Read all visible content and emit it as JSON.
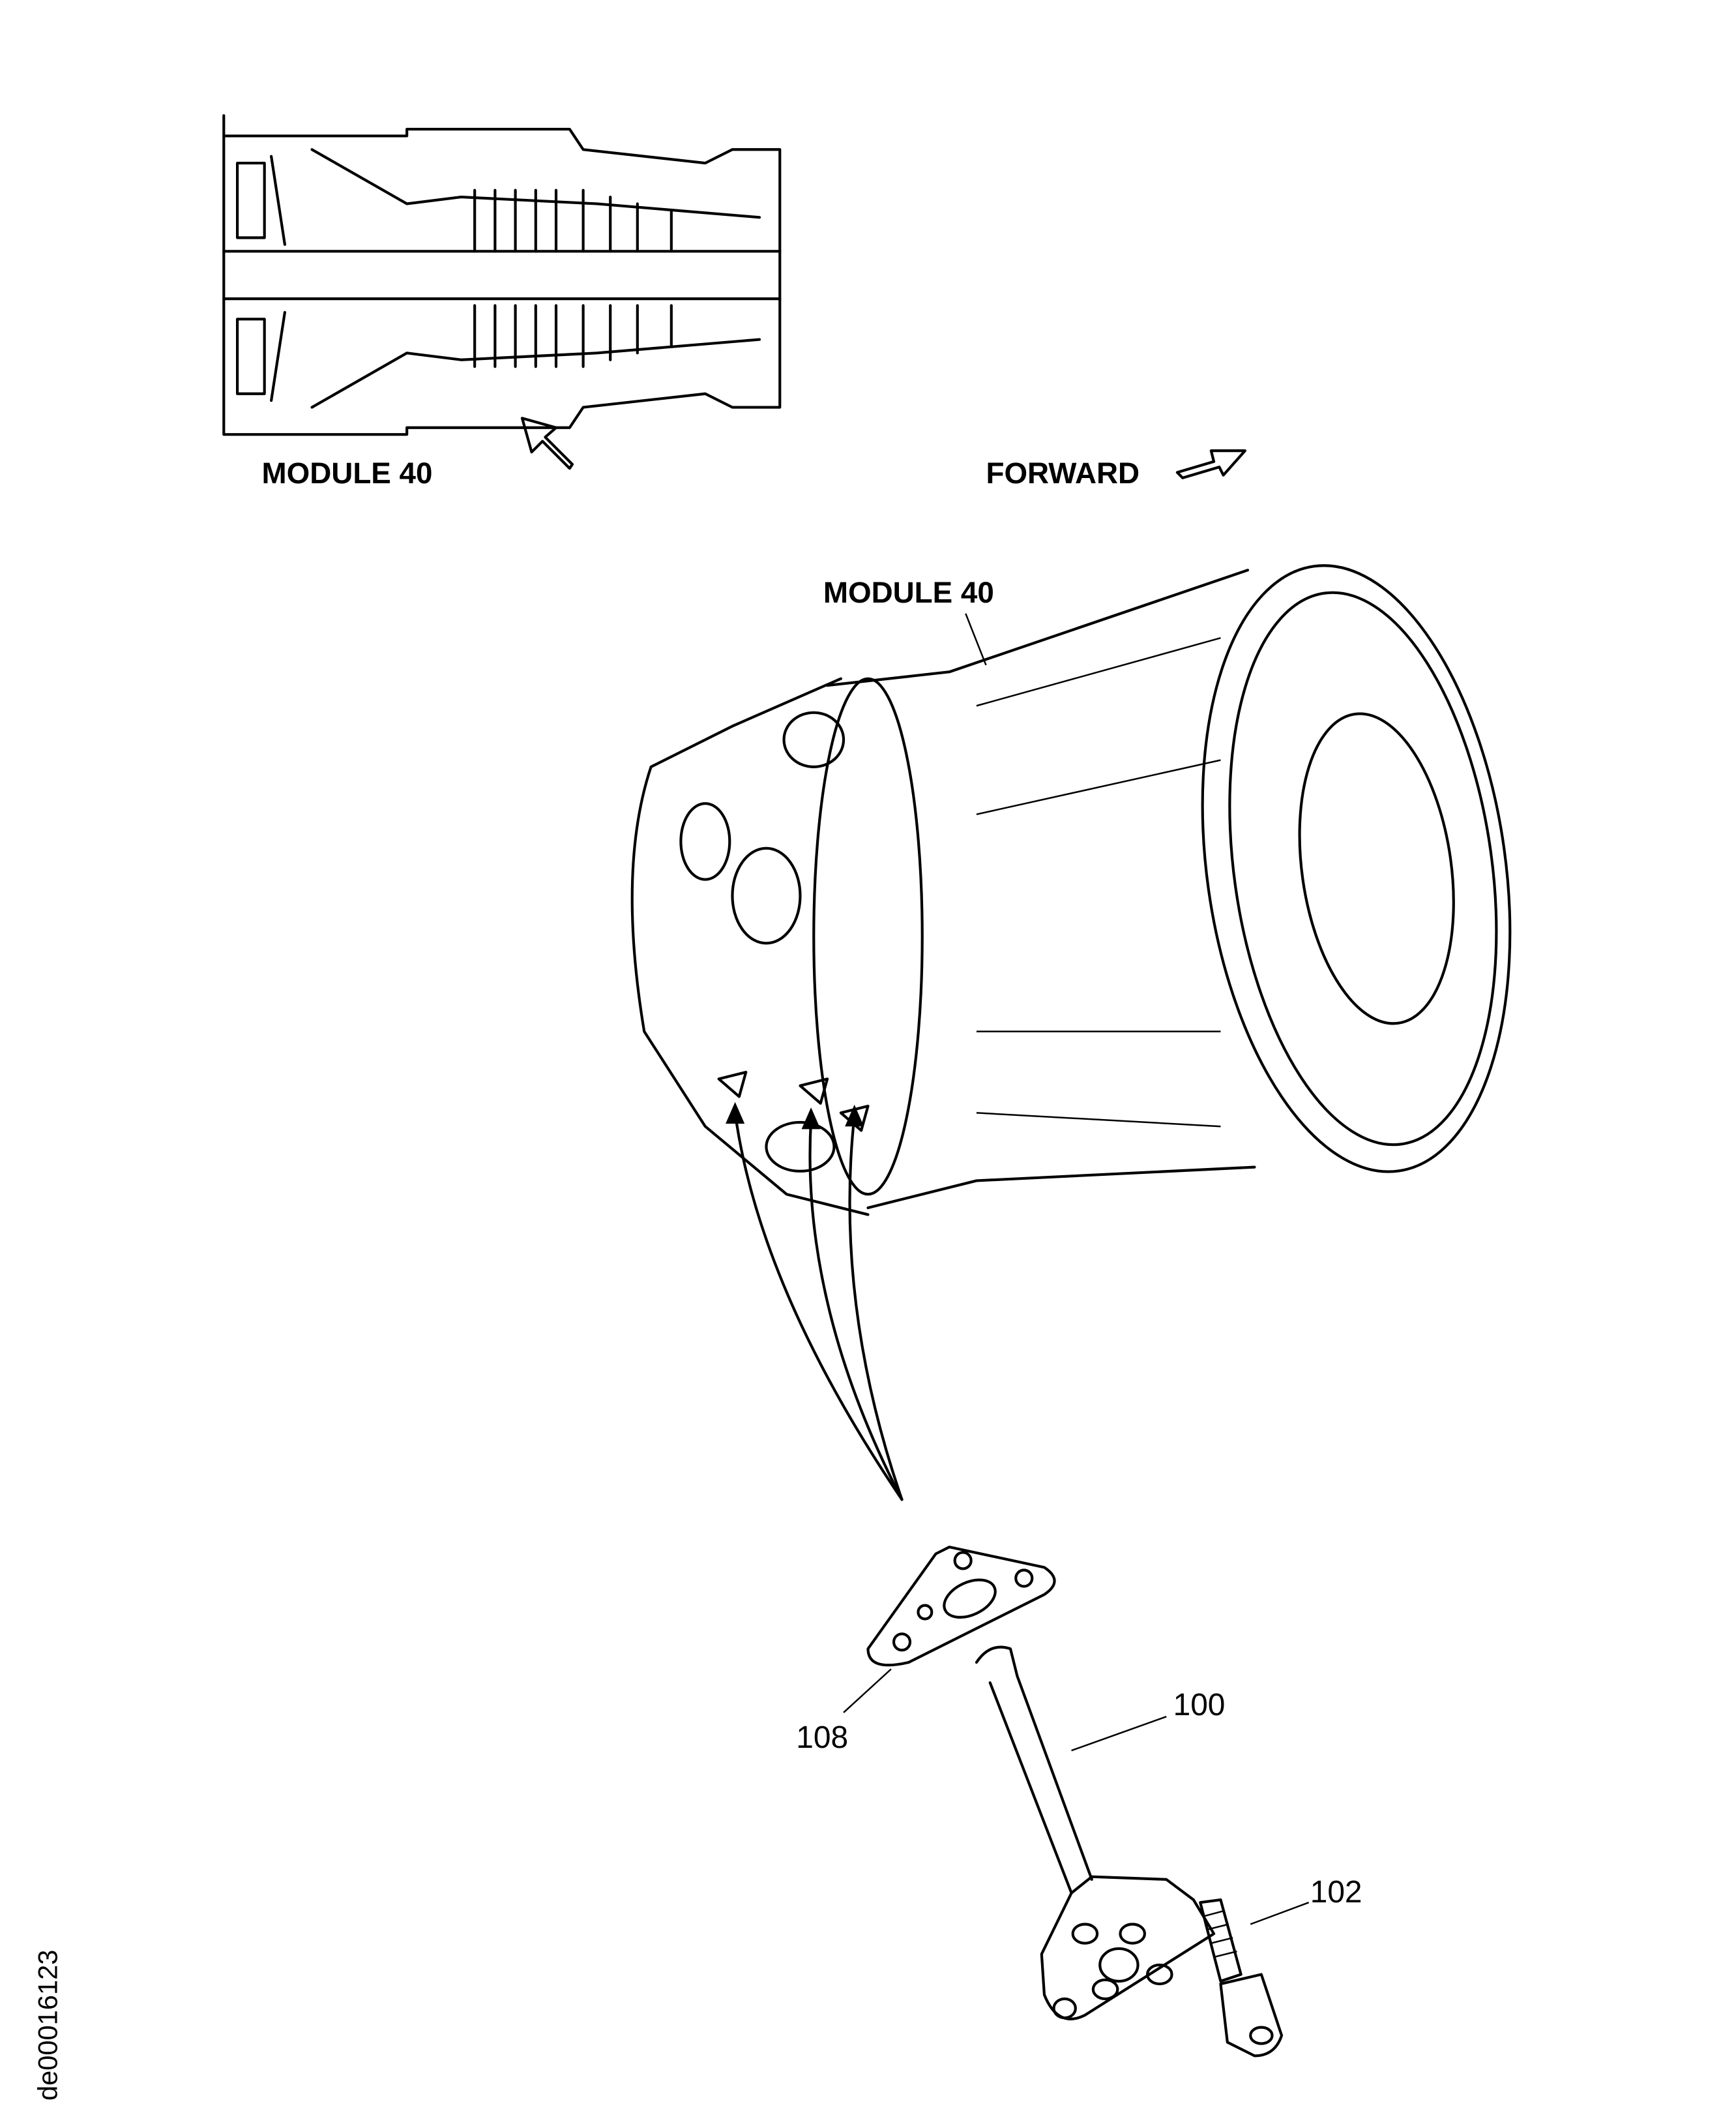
{
  "labels": {
    "inset_module": "MODULE 40",
    "forward": "FORWARD",
    "main_module": "MODULE 40"
  },
  "callouts": {
    "gasket": "108",
    "tube": "100",
    "bolt": "102"
  },
  "figure_id": "de00016123"
}
